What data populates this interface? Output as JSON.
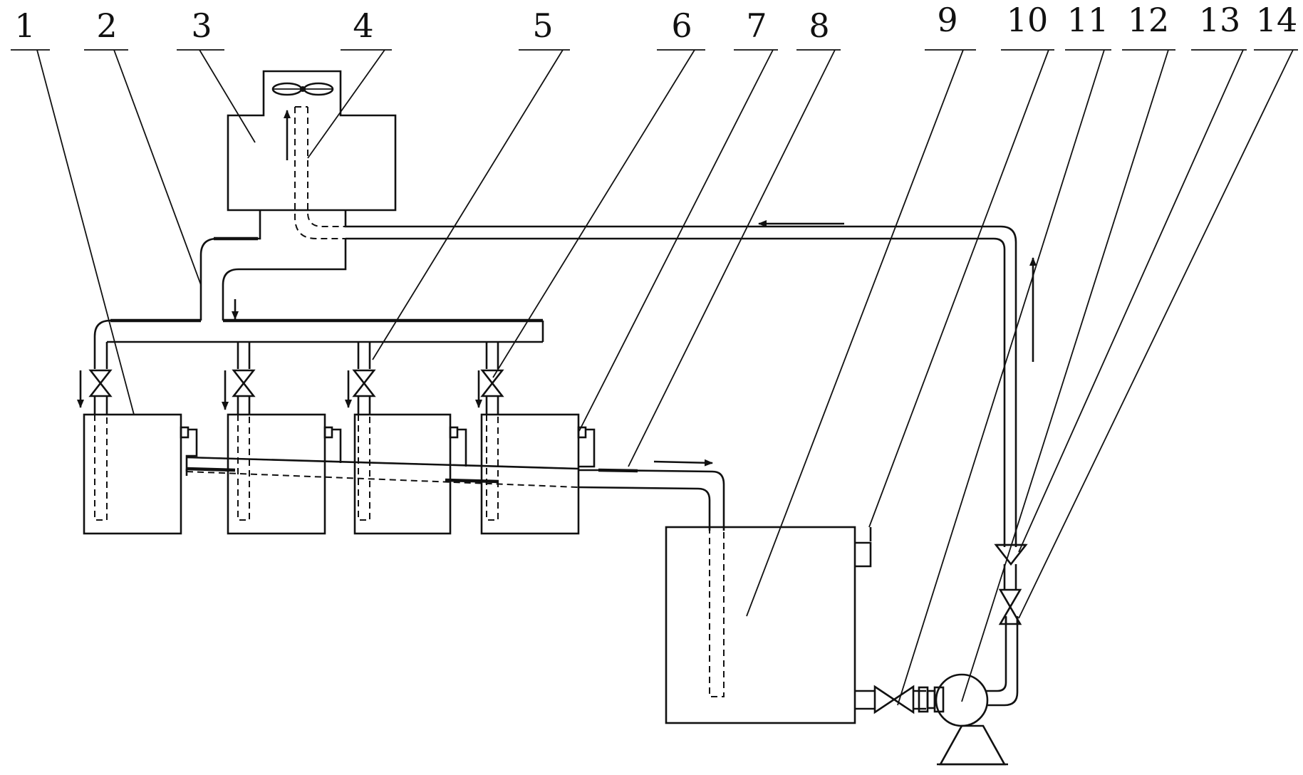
{
  "callout_labels": [
    "1",
    "2",
    "3",
    "4",
    "5",
    "6",
    "7",
    "8",
    "9",
    "10",
    "11",
    "12",
    "13",
    "14"
  ]
}
